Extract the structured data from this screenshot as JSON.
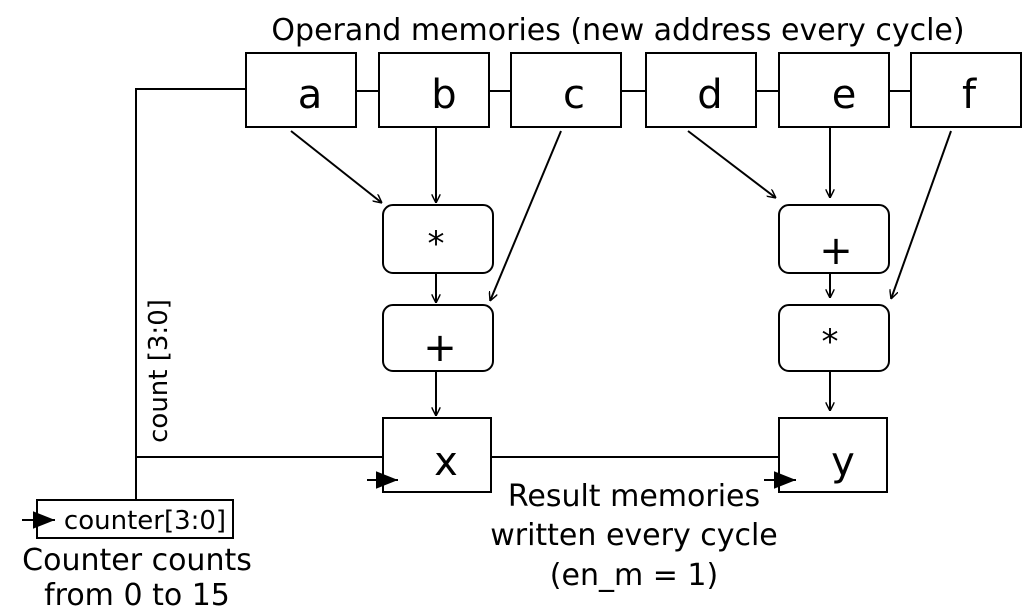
{
  "title": "Operand memories (new address every cycle)",
  "operands": [
    "a",
    "b",
    "c",
    "d",
    "e",
    "f"
  ],
  "ops": {
    "left_mul": "*",
    "left_add": "+",
    "right_add": "+",
    "right_mul": "*"
  },
  "results": [
    "x",
    "y"
  ],
  "count_label": "count [3:0]",
  "counter_label": "counter[3:0]",
  "counter_caption": [
    "Counter counts",
    "from 0 to 15"
  ],
  "result_caption": [
    "Result memories",
    "written every cycle",
    "(en_m = 1)"
  ]
}
